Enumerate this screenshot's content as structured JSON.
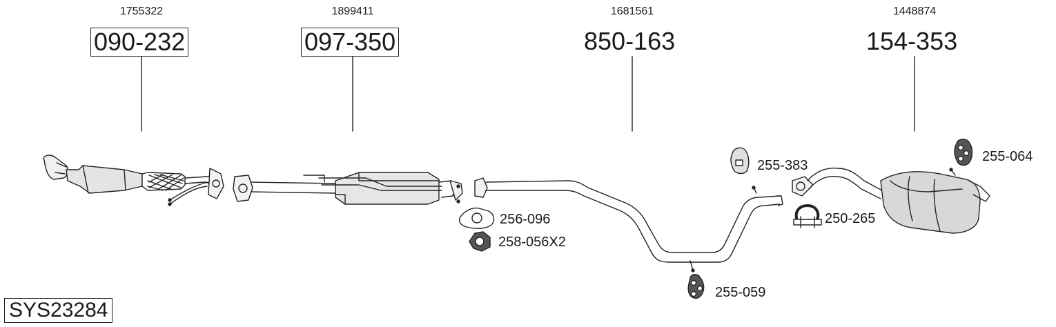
{
  "parts": [
    {
      "oem": "1755322",
      "code": "090-232"
    },
    {
      "oem": "1899411",
      "code": "097-350"
    },
    {
      "oem": "1681561",
      "code": "850-163"
    },
    {
      "oem": "1448874",
      "code": "154-353"
    }
  ],
  "accessories": {
    "gasket": "256-096",
    "nut": "258-056X2",
    "mount_a": "255-059",
    "mount_b": "255-383",
    "clamp": "250-265",
    "mount_c": "255-064"
  },
  "system_code": "SYS23284"
}
